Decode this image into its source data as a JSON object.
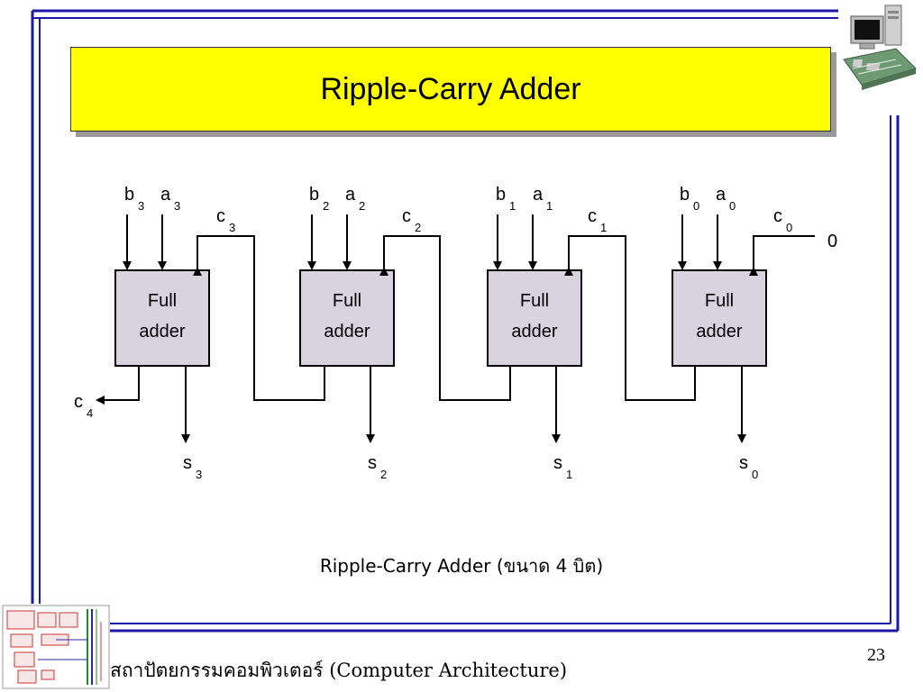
{
  "title": "Ripple-Carry Adder",
  "caption": "Ripple-Carry Adder (ขนาด 4 บิต)",
  "footer": "สถาปัตยกรรมคอมพิวเตอร์ (Computer Architecture)",
  "page_number": "23",
  "carry_in_value": "0",
  "full_adders": [
    {
      "line1": "Full",
      "line2": "adder",
      "a": "a",
      "a_sub": "3",
      "b": "b",
      "b_sub": "3",
      "cin": "c",
      "cin_sub": "3",
      "s": "s",
      "s_sub": "3"
    },
    {
      "line1": "Full",
      "line2": "adder",
      "a": "a",
      "a_sub": "2",
      "b": "b",
      "b_sub": "2",
      "cin": "c",
      "cin_sub": "2",
      "s": "s",
      "s_sub": "2"
    },
    {
      "line1": "Full",
      "line2": "adder",
      "a": "a",
      "a_sub": "1",
      "b": "b",
      "b_sub": "1",
      "cin": "c",
      "cin_sub": "1",
      "s": "s",
      "s_sub": "1"
    },
    {
      "line1": "Full",
      "line2": "adder",
      "a": "a",
      "a_sub": "0",
      "b": "b",
      "b_sub": "0",
      "cin": "c",
      "cin_sub": "0",
      "s": "s",
      "s_sub": "0"
    }
  ],
  "carry_out": {
    "label": "c",
    "sub": "4"
  },
  "colors": {
    "frame_blue": "#1a1aa6",
    "title_bg": "#ffff00",
    "adder_fill": "#d9d3df"
  }
}
